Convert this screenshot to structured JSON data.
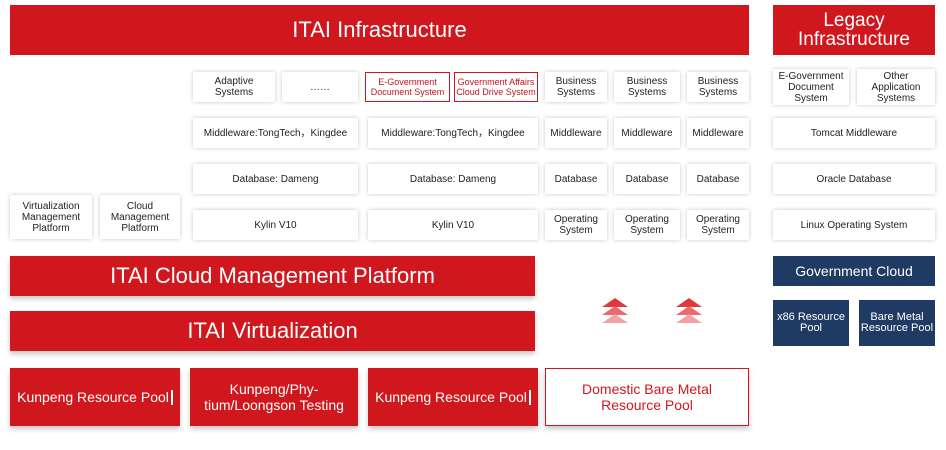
{
  "itai": {
    "title": "ITAI Infrastructure",
    "left_platforms": [
      "Virtualization Management Platform",
      "Cloud Management Platform"
    ],
    "column_a": {
      "apps": [
        "Adaptive Systems",
        "……"
      ],
      "middleware": "Middleware:TongTech，Kingdee",
      "database": "Database: Dameng",
      "os": "Kylin V10"
    },
    "column_b": {
      "apps": [
        "E-Government Document System",
        "Government Affairs Cloud Drive System"
      ],
      "middleware": "Middleware:TongTech，Kingdee",
      "database": "Database: Dameng",
      "os": "Kylin V10"
    },
    "column_c": {
      "apps": [
        "Business Systems",
        "Business Systems",
        "Business Systems"
      ],
      "middleware": [
        "Middleware",
        "Middleware",
        "Middleware"
      ],
      "database": [
        "Database",
        "Database",
        "Database"
      ],
      "os": [
        "Operating System",
        "Operating System",
        "Operating System"
      ]
    },
    "cloud_platform": "ITAI Cloud Management Platform",
    "virtualization": "ITAI Virtualization",
    "pools": [
      "Kunpeng Resource Pool",
      "Kunpeng/Phy-tium/Loongson Testing",
      "Kunpeng Resource Pool",
      "Domestic Bare Metal Resource Pool"
    ]
  },
  "legacy": {
    "title": "Legacy Infrastructure",
    "apps": [
      "E-Government Document System",
      "Other Application Systems"
    ],
    "middleware": "Tomcat Middleware",
    "database": "Oracle Database",
    "os": "Linux Operating System",
    "cloud": "Government Cloud",
    "pools": [
      "x86 Resource Pool",
      "Bare Metal Resource Pool"
    ]
  },
  "colors": {
    "accent_red": "#d0171d",
    "navy": "#1f3a63",
    "arrow_red": "#e2373c"
  },
  "icons": [
    "migration-arrow-icon",
    "migration-arrow-icon"
  ]
}
